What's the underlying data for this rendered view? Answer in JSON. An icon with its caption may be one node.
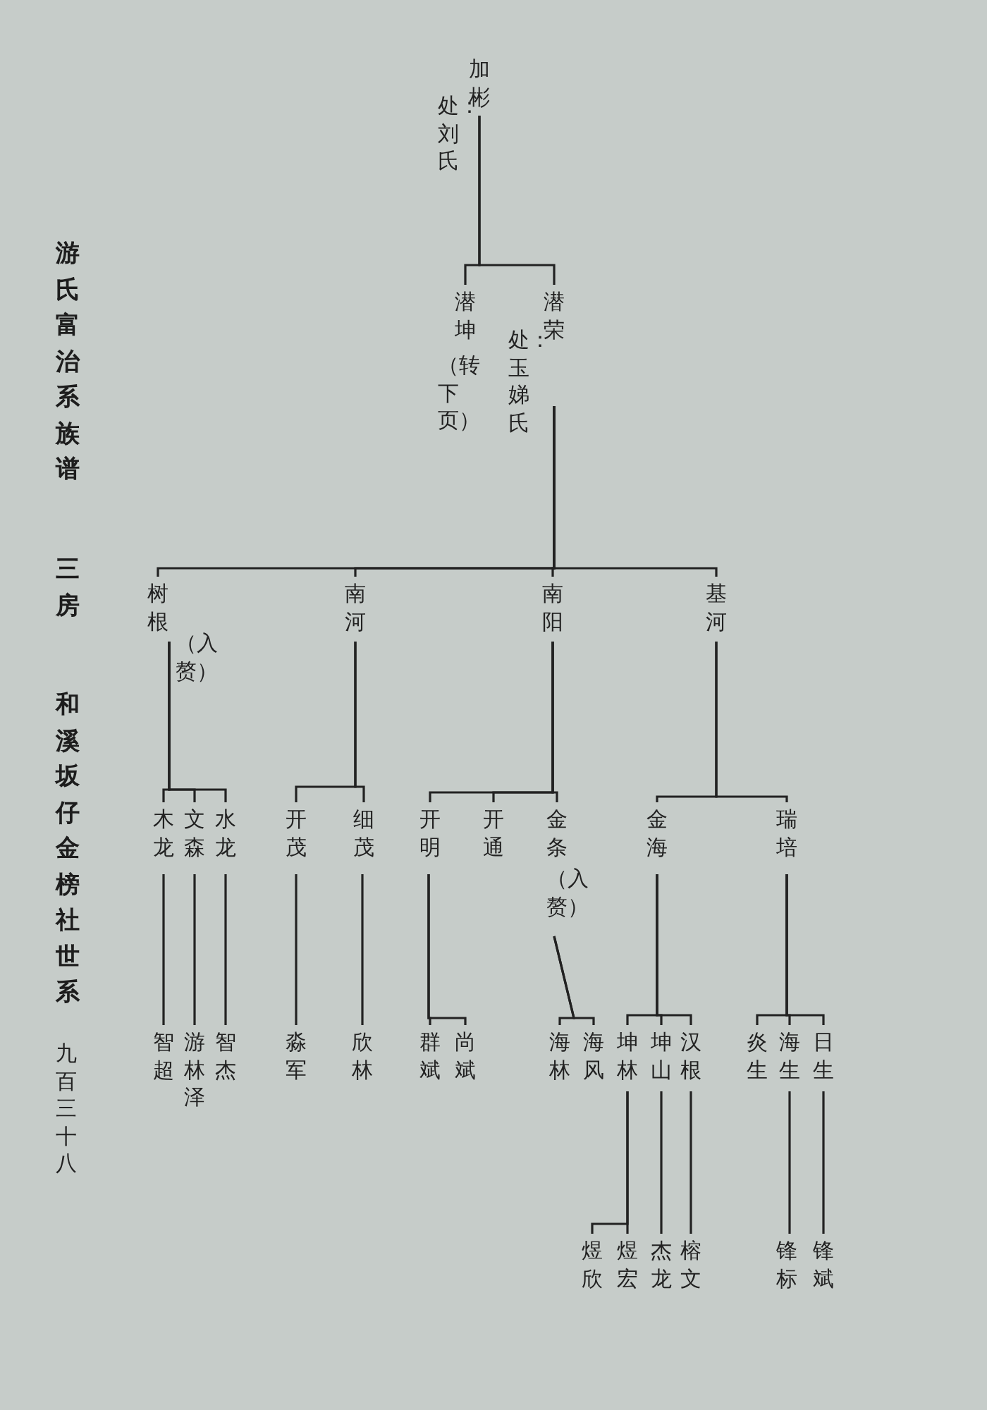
{
  "diagram": {
    "nodes": [
      {
        "text": [
          "加彬"
        ],
        "beside": [
          "处：刘氏"
        ]
      },
      {
        "text": [
          "潜坤"
        ],
        "beside": [
          "（转下页）"
        ]
      },
      {
        "text": [
          "潜荣"
        ],
        "beside": [
          "处：玉娣氏"
        ]
      },
      {
        "text": [
          "树根"
        ],
        "beside": [
          "（入赘）"
        ]
      },
      {
        "text": [
          "南河"
        ]
      },
      {
        "text": [
          "南阳"
        ]
      },
      {
        "text": [
          "基河"
        ]
      },
      {
        "text": [
          "木龙"
        ]
      },
      {
        "text": [
          "文森"
        ]
      },
      {
        "text": [
          "水龙"
        ]
      },
      {
        "text": [
          "开茂"
        ]
      },
      {
        "text": [
          "细茂"
        ]
      },
      {
        "text": [
          "开明"
        ]
      },
      {
        "text": [
          "开通"
        ]
      },
      {
        "text": [
          "金条"
        ],
        "beside": [
          "（入赘）"
        ]
      },
      {
        "text": [
          "金海"
        ]
      },
      {
        "text": [
          "瑞培"
        ]
      },
      {
        "text": [
          "智超"
        ]
      },
      {
        "text": [
          "游林泽"
        ]
      },
      {
        "text": [
          "智杰"
        ]
      },
      {
        "text": [
          "淼军"
        ]
      },
      {
        "text": [
          "欣林"
        ]
      },
      {
        "text": [
          "群斌"
        ]
      },
      {
        "text": [
          "尚斌"
        ]
      },
      {
        "text": [
          "海林"
        ]
      },
      {
        "text": [
          "海风"
        ]
      },
      {
        "text": [
          "坤林"
        ]
      },
      {
        "text": [
          "坤山"
        ]
      },
      {
        "text": [
          "汉根"
        ]
      },
      {
        "text": [
          "炎生"
        ]
      },
      {
        "text": [
          "海生"
        ]
      },
      {
        "text": [
          "日生"
        ]
      },
      {
        "text": [
          "煜欣"
        ]
      },
      {
        "text": [
          "煜宏"
        ]
      },
      {
        "text": [
          "杰龙"
        ]
      },
      {
        "text": [
          "榕文"
        ]
      },
      {
        "text": [
          "锋标"
        ]
      },
      {
        "text": [
          "锋斌"
        ]
      }
    ],
    "edges": [
      {
        "from": 0,
        "to": 1,
        "arrow": "none"
      },
      {
        "from": 0,
        "to": 2,
        "arrow": "none"
      },
      {
        "from": 2,
        "to": 3,
        "arrow": "none"
      },
      {
        "from": 2,
        "to": 4,
        "arrow": "none"
      },
      {
        "from": 2,
        "to": 5,
        "arrow": "none"
      },
      {
        "from": 2,
        "to": 6,
        "arrow": "none"
      },
      {
        "from": 3,
        "to": 7,
        "arrow": "none"
      },
      {
        "from": 3,
        "to": 8,
        "arrow": "none"
      },
      {
        "from": 3,
        "to": 9,
        "arrow": "none"
      },
      {
        "from": 4,
        "to": 10,
        "arrow": "none"
      },
      {
        "from": 4,
        "to": 11,
        "arrow": "none"
      },
      {
        "from": 5,
        "to": 12,
        "arrow": "none"
      },
      {
        "from": 5,
        "to": 13,
        "arrow": "none"
      },
      {
        "from": 5,
        "to": 14,
        "arrow": "none"
      },
      {
        "from": 6,
        "to": 15,
        "arrow": "none"
      },
      {
        "from": 6,
        "to": 16,
        "arrow": "none"
      },
      {
        "from": 7,
        "to": 17,
        "arrow": "none"
      },
      {
        "from": 8,
        "to": 18,
        "arrow": "none"
      },
      {
        "from": 9,
        "to": 19,
        "arrow": "none"
      },
      {
        "from": 10,
        "to": 20,
        "arrow": "none"
      },
      {
        "from": 11,
        "to": 21,
        "arrow": "none"
      },
      {
        "from": 12,
        "to": 22,
        "arrow": "none"
      },
      {
        "from": 12,
        "to": 23,
        "arrow": "none"
      },
      {
        "from": 14,
        "to": 24,
        "arrow": "none"
      },
      {
        "from": 14,
        "to": 25,
        "arrow": "none"
      },
      {
        "from": 15,
        "to": 26,
        "arrow": "none"
      },
      {
        "from": 15,
        "to": 27,
        "arrow": "none"
      },
      {
        "from": 15,
        "to": 28,
        "arrow": "none"
      },
      {
        "from": 16,
        "to": 29,
        "arrow": "none"
      },
      {
        "from": 16,
        "to": 30,
        "arrow": "none"
      },
      {
        "from": 16,
        "to": 31,
        "arrow": "none"
      },
      {
        "from": 26,
        "to": 32,
        "arrow": "none"
      },
      {
        "from": 26,
        "to": 33,
        "arrow": "none"
      },
      {
        "from": 27,
        "to": 34,
        "arrow": "none"
      },
      {
        "from": 28,
        "to": 35,
        "arrow": "none"
      },
      {
        "from": 30,
        "to": 36,
        "arrow": "none"
      },
      {
        "from": 31,
        "to": 37,
        "arrow": "none"
      }
    ],
    "labels": [
      "游氏富治系族谱",
      "三房",
      "和溪坂仔金榜社世系",
      "九百三十八"
    ]
  }
}
